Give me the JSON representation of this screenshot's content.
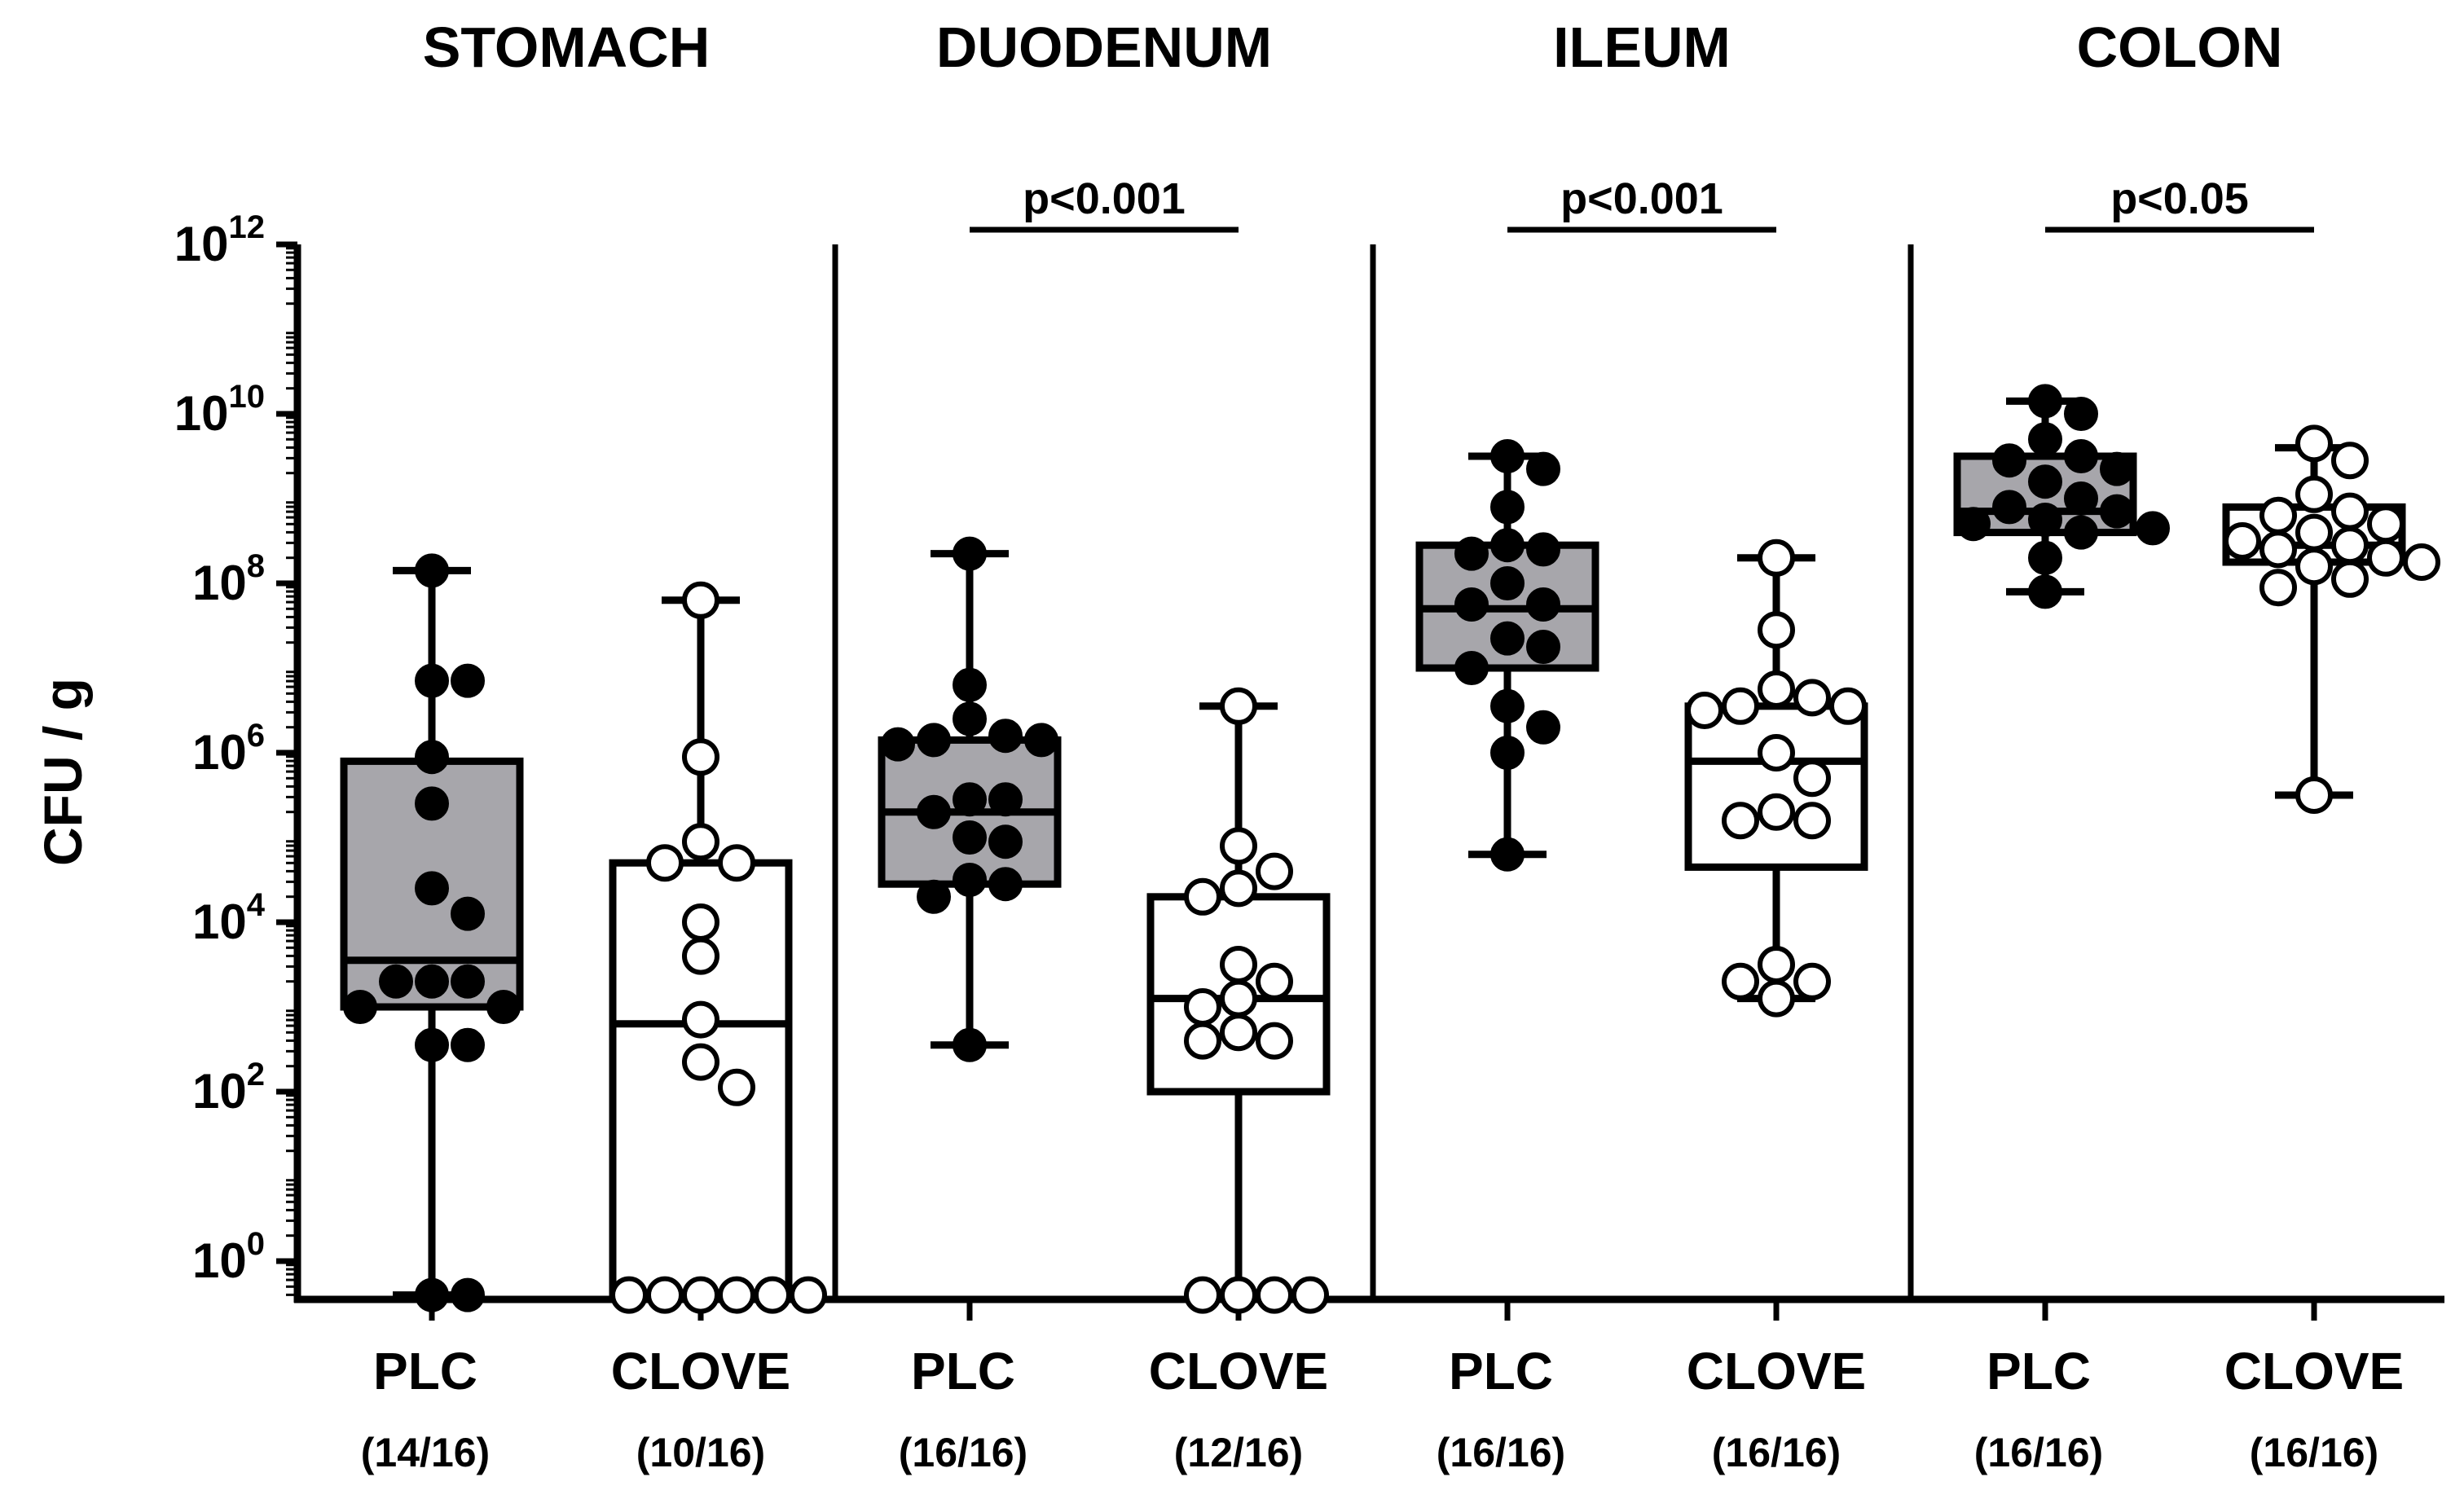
{
  "chart_data": {
    "type": "box",
    "ylabel": "CFU / g",
    "y_scale": "log10",
    "ylim_exponent": [
      -0.4,
      12
    ],
    "y_ticks": [
      {
        "base": "10",
        "exp": "0"
      },
      {
        "base": "10",
        "exp": "2"
      },
      {
        "base": "10",
        "exp": "4"
      },
      {
        "base": "10",
        "exp": "6"
      },
      {
        "base": "10",
        "exp": "8"
      },
      {
        "base": "10",
        "exp": "10"
      },
      {
        "base": "10",
        "exp": "12"
      }
    ],
    "regions": [
      {
        "title": "STOMACH",
        "pvalue": "",
        "groups": [
          {
            "label": "PLC",
            "count": "(14/16)",
            "fill": "#a7a6ab",
            "marker": "filled",
            "log_min": -0.4,
            "log_q1": 3.0,
            "log_median": 3.55,
            "log_q3": 5.9,
            "log_max": 8.15,
            "points": [
              8.15,
              6.85,
              6.85,
              5.95,
              5.4,
              4.4,
              4.1,
              3.3,
              3.3,
              3.3,
              3.0,
              3.0,
              2.55,
              2.55,
              -0.4,
              -0.4
            ]
          },
          {
            "label": "CLOVE",
            "count": "(10/16)",
            "fill": "#ffffff",
            "marker": "open",
            "log_min": -0.4,
            "log_q1": -0.4,
            "log_median": 2.8,
            "log_q3": 4.7,
            "log_max": 7.8,
            "points": [
              7.8,
              5.95,
              4.95,
              4.7,
              4.7,
              4.0,
              3.6,
              2.85,
              2.35,
              2.05,
              -0.4,
              -0.4,
              -0.4,
              -0.4,
              -0.4,
              -0.4
            ]
          }
        ]
      },
      {
        "title": "DUODENUM",
        "pvalue": "p<0.001",
        "groups": [
          {
            "label": "PLC",
            "count": "(16/16)",
            "fill": "#a7a6ab",
            "marker": "filled",
            "log_min": 2.55,
            "log_q1": 4.45,
            "log_median": 5.3,
            "log_q3": 6.15,
            "log_max": 8.35,
            "points": [
              8.35,
              6.8,
              6.4,
              6.2,
              6.15,
              6.15,
              6.1,
              5.45,
              5.45,
              5.3,
              5.0,
              4.95,
              4.5,
              4.45,
              4.3,
              2.55
            ]
          },
          {
            "label": "CLOVE",
            "count": "(12/16)",
            "fill": "#ffffff",
            "marker": "open",
            "log_min": -0.4,
            "log_q1": 2.0,
            "log_median": 3.1,
            "log_q3": 4.3,
            "log_max": 6.55,
            "points": [
              6.55,
              4.9,
              4.6,
              4.4,
              4.3,
              3.5,
              3.3,
              3.1,
              3.0,
              2.7,
              2.6,
              2.6,
              -0.4,
              -0.4,
              -0.4,
              -0.4
            ]
          }
        ]
      },
      {
        "title": "ILEUM",
        "pvalue": "p<0.001",
        "groups": [
          {
            "label": "PLC",
            "count": "(16/16)",
            "fill": "#a7a6ab",
            "marker": "filled",
            "log_min": 4.8,
            "log_q1": 7.0,
            "log_median": 7.7,
            "log_q3": 8.45,
            "log_max": 9.5,
            "points": [
              9.5,
              9.35,
              8.9,
              8.45,
              8.4,
              8.35,
              8.0,
              7.75,
              7.75,
              7.35,
              7.25,
              7.0,
              6.55,
              6.3,
              6.0,
              4.8
            ]
          },
          {
            "label": "CLOVE",
            "count": "(16/16)",
            "fill": "#ffffff",
            "marker": "open",
            "log_min": 3.1,
            "log_q1": 4.65,
            "log_median": 5.9,
            "log_q3": 6.55,
            "log_max": 8.3,
            "points": [
              8.3,
              7.45,
              6.75,
              6.65,
              6.55,
              6.55,
              6.5,
              6.0,
              5.7,
              5.3,
              5.2,
              5.2,
              3.5,
              3.3,
              3.3,
              3.1
            ]
          }
        ]
      },
      {
        "title": "COLON",
        "pvalue": "p<0.05",
        "groups": [
          {
            "label": "PLC",
            "count": "(16/16)",
            "fill": "#a7a6ab",
            "marker": "filled",
            "log_min": 7.9,
            "log_q1": 8.6,
            "log_median": 8.85,
            "log_q3": 9.5,
            "log_max": 10.15,
            "points": [
              10.15,
              10.0,
              9.7,
              9.5,
              9.45,
              9.35,
              9.2,
              9.0,
              8.9,
              8.85,
              8.75,
              8.7,
              8.65,
              8.6,
              8.3,
              7.9
            ]
          },
          {
            "label": "CLOVE",
            "count": "(16/16)",
            "fill": "#ffffff",
            "marker": "open",
            "log_min": 5.5,
            "log_q1": 8.25,
            "log_median": 8.45,
            "log_q3": 8.9,
            "log_max": 9.6,
            "points": [
              9.65,
              9.45,
              9.05,
              8.85,
              8.8,
              8.7,
              8.6,
              8.5,
              8.45,
              8.4,
              8.3,
              8.25,
              8.2,
              8.05,
              7.95,
              5.5
            ]
          }
        ]
      }
    ]
  }
}
